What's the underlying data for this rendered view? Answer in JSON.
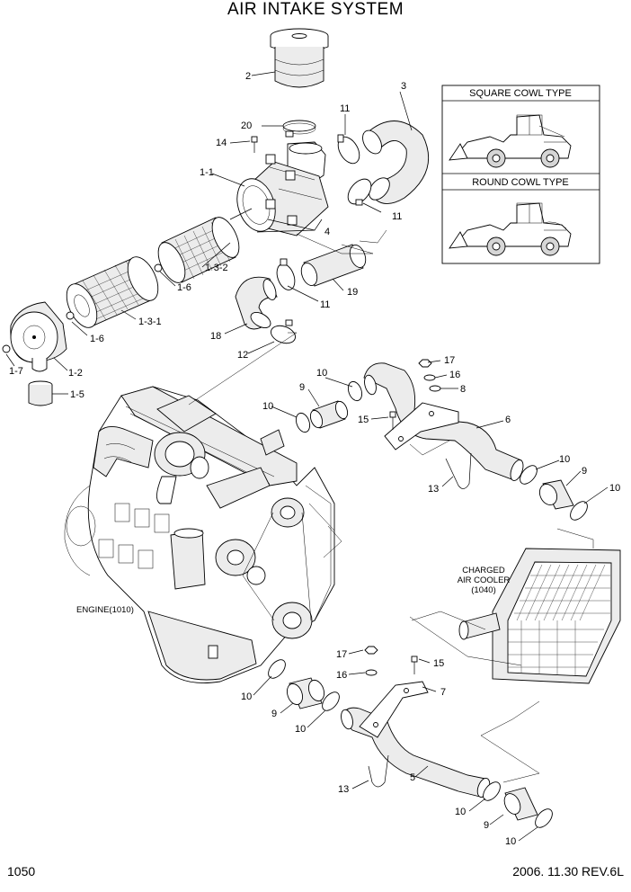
{
  "title": "AIR INTAKE SYSTEM",
  "page_number": "1050",
  "revision": "2006. 11.30  REV.6L",
  "insets": [
    {
      "label": "SQUARE COWL TYPE"
    },
    {
      "label": "ROUND COWL TYPE"
    }
  ],
  "engine_label": "ENGINE(1010)",
  "cooler_label": [
    "CHARGED",
    "AIR COOLER",
    "(1040)"
  ],
  "callouts": {
    "c2": "2",
    "c3": "3",
    "c20": "20",
    "c11a": "11",
    "c14": "14",
    "c1_1": "1-1",
    "c11b": "11",
    "c4": "4",
    "c1_3_2": "1-3-2",
    "c1_6a": "1-6",
    "c19": "19",
    "c11c": "11",
    "c1_3_1": "1-3-1",
    "c1_6b": "1-6",
    "c18": "18",
    "c12": "12",
    "c1_7": "1-7",
    "c1_2": "1-2",
    "c1_5": "1-5",
    "c10a": "10",
    "c17a": "17",
    "c16a": "16",
    "c8": "8",
    "c9a": "9",
    "c10b": "10",
    "c15a": "15",
    "c6": "6",
    "c10c": "10",
    "c9b": "9",
    "c13a": "13",
    "c10d": "10",
    "c17b": "17",
    "c15b": "15",
    "c16b": "16",
    "c7": "7",
    "c10e": "10",
    "c9c": "9",
    "c10f": "10",
    "c13b": "13",
    "c5": "5",
    "c10g": "10",
    "c9d": "9",
    "c10h": "10"
  }
}
